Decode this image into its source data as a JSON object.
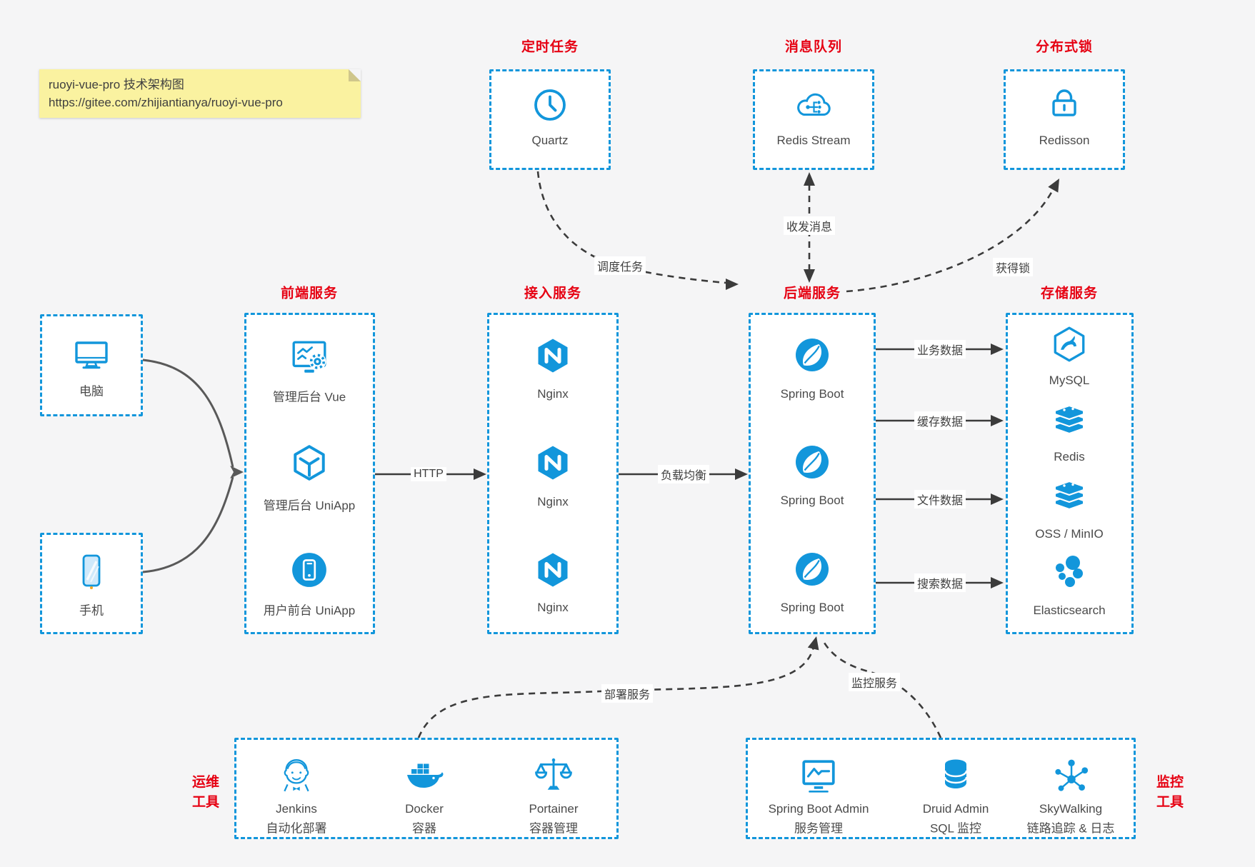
{
  "note": {
    "title": "ruoyi-vue-pro 技术架构图",
    "url": "https://gitee.com/zhijiantianya/ruoyi-vue-pro"
  },
  "top_row": [
    {
      "title": "定时任务",
      "item": {
        "icon": "clock-icon",
        "label": "Quartz"
      }
    },
    {
      "title": "消息队列",
      "item": {
        "icon": "cloud-stream-icon",
        "label": "Redis Stream"
      }
    },
    {
      "title": "分布式锁",
      "item": {
        "icon": "lock-icon",
        "label": "Redisson"
      }
    }
  ],
  "clients": [
    {
      "icon": "desktop-icon",
      "label": "电脑"
    },
    {
      "icon": "smartphone-icon",
      "label": "手机"
    }
  ],
  "columns": [
    {
      "title": "前端服务",
      "items": [
        {
          "icon": "admin-vue-icon",
          "label": "管理后台 Vue"
        },
        {
          "icon": "uniapp-cube-icon",
          "label": "管理后台 UniApp"
        },
        {
          "icon": "user-mobile-icon",
          "label": "用户前台 UniApp"
        }
      ]
    },
    {
      "title": "接入服务",
      "items": [
        {
          "icon": "nginx-icon",
          "label": "Nginx"
        },
        {
          "icon": "nginx-icon",
          "label": "Nginx"
        },
        {
          "icon": "nginx-icon",
          "label": "Nginx"
        }
      ]
    },
    {
      "title": "后端服务",
      "items": [
        {
          "icon": "spring-boot-icon",
          "label": "Spring Boot"
        },
        {
          "icon": "spring-boot-icon",
          "label": "Spring Boot"
        },
        {
          "icon": "spring-boot-icon",
          "label": "Spring Boot"
        }
      ]
    },
    {
      "title": "存储服务",
      "items": [
        {
          "icon": "mysql-icon",
          "label": "MySQL"
        },
        {
          "icon": "redis-icon",
          "label": "Redis"
        },
        {
          "icon": "oss-minio-icon",
          "label": "OSS / MinIO"
        },
        {
          "icon": "elasticsearch-icon",
          "label": "Elasticsearch"
        }
      ]
    }
  ],
  "bottom_row": [
    {
      "side_label_line1": "运维",
      "side_label_line2": "工具",
      "items": [
        {
          "icon": "jenkins-icon",
          "name": "Jenkins",
          "desc": "自动化部署"
        },
        {
          "icon": "docker-icon",
          "name": "Docker",
          "desc": "容器"
        },
        {
          "icon": "portainer-icon",
          "name": "Portainer",
          "desc": "容器管理"
        }
      ]
    },
    {
      "side_label_line1": "监控",
      "side_label_line2": "工具",
      "items": [
        {
          "icon": "spring-boot-admin-icon",
          "name": "Spring Boot Admin",
          "desc": "服务管理"
        },
        {
          "icon": "druid-icon",
          "name": "Druid Admin",
          "desc": "SQL 监控"
        },
        {
          "icon": "skywalking-icon",
          "name": "SkyWalking",
          "desc": "链路追踪 & 日志"
        }
      ]
    }
  ],
  "edges": {
    "http": "HTTP",
    "load_balance": "负载均衡",
    "business_data": "业务数据",
    "cache_data": "缓存数据",
    "file_data": "文件数据",
    "search_data": "搜索数据",
    "schedule_task": "调度任务",
    "message": "收发消息",
    "acquire_lock": "获得锁",
    "deploy_service": "部署服务",
    "monitor_service": "监控服务"
  },
  "theme": {
    "accent_blue": "#1296db",
    "title_red": "#e60012",
    "background": "#f5f5f6",
    "note_bg": "#faf2a0",
    "arrow_dark": "#3b3b3b",
    "arrow_gray": "#595959"
  }
}
